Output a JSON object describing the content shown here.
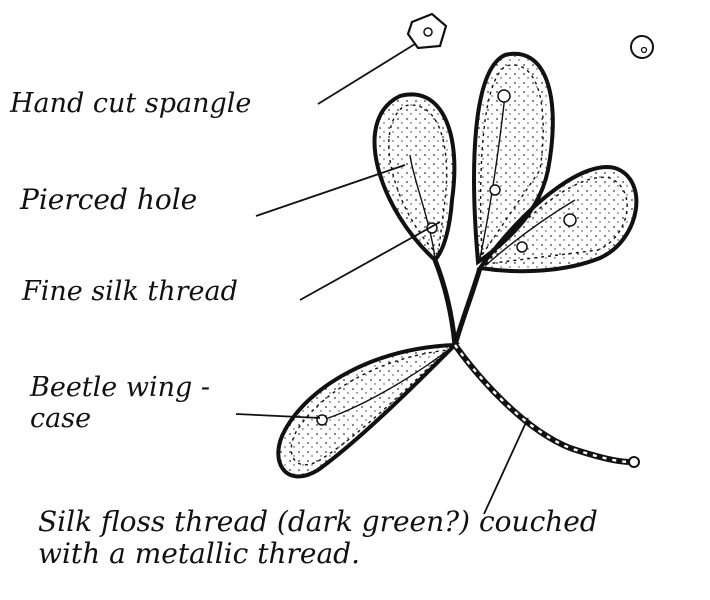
{
  "labels": {
    "spangle": "Hand cut spangle",
    "hole": "Pierced hole",
    "thread": "Fine silk thread",
    "beetle_line1": "Beetle wing -",
    "beetle_line2": "case",
    "floss_line1": "Silk floss thread (dark green?) couched",
    "floss_line2": "with a metallic thread."
  }
}
